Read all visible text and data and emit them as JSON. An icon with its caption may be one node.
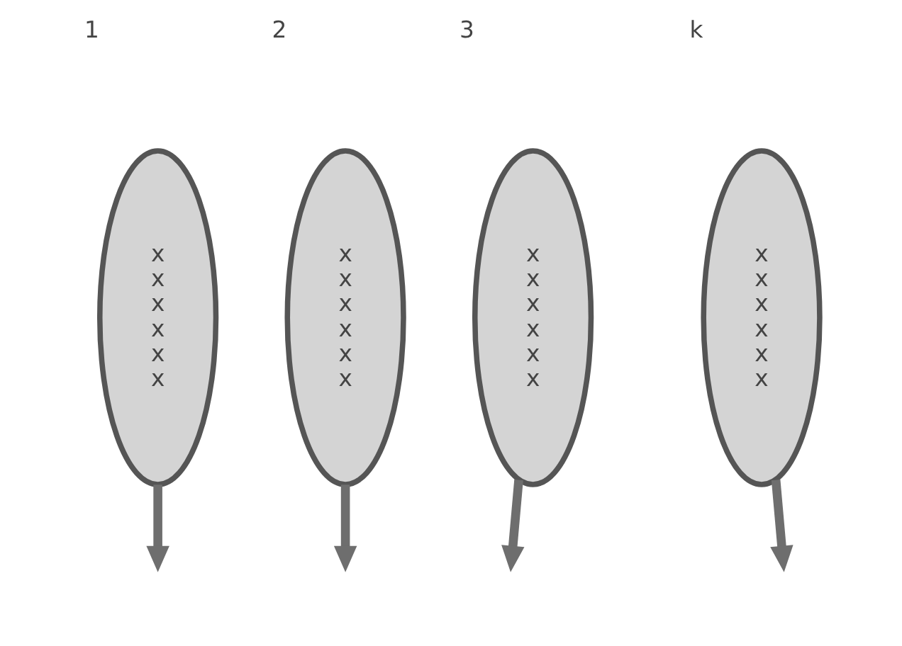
{
  "diagram": {
    "nodes": [
      {
        "text": [
          "1",
          "x x x x x x"
        ]
      },
      {
        "text": [
          "2",
          "x x x x x x"
        ]
      },
      {
        "text": [
          "3",
          "x x x x x x"
        ]
      },
      {
        "text": [
          "k",
          "x x x x x x"
        ]
      }
    ],
    "edges": [
      {
        "from": 0,
        "to": null,
        "arrow": "to"
      },
      {
        "from": 1,
        "to": null,
        "arrow": "to"
      },
      {
        "from": 2,
        "to": null,
        "arrow": "to"
      },
      {
        "from": 3,
        "to": null,
        "arrow": "to"
      }
    ]
  }
}
